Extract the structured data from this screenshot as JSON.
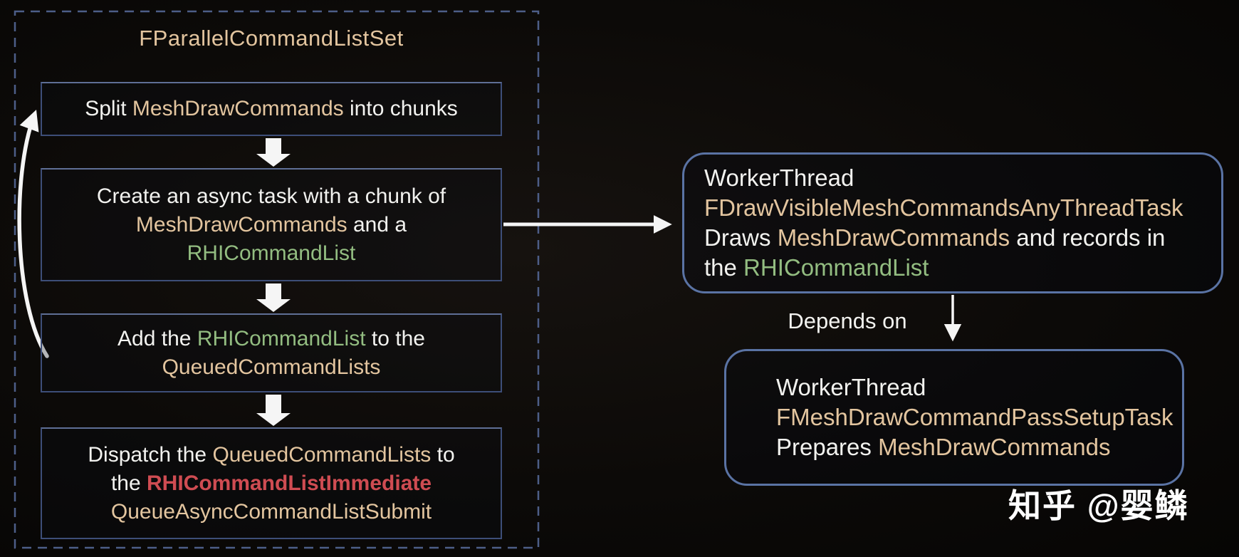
{
  "colors": {
    "tan": "#e3c59f",
    "green": "#93bd81",
    "red": "#cf4c52",
    "white": "#f2f2ef",
    "arrow": "#f5f5f5",
    "box_border": "#3d4e78",
    "box_border_top": "#5f6f96",
    "round_border": "#5a73a4",
    "dash_border": "#4d5e88"
  },
  "icons": {
    "down_block_arrow": "⬇",
    "right_arrow": "→",
    "down_arrow": "↓",
    "loop_back_arrow": "↺"
  },
  "group": {
    "title": "FParallelCommandListSet",
    "steps": [
      {
        "name": "split",
        "lines": [
          [
            {
              "t": "Split ",
              "c": "white"
            },
            {
              "t": "MeshDrawCommands",
              "c": "tan"
            },
            {
              "t": " into chunks",
              "c": "white"
            }
          ]
        ]
      },
      {
        "name": "create",
        "lines": [
          [
            {
              "t": "Create an async task with a chunk of",
              "c": "white"
            }
          ],
          [
            {
              "t": "MeshDrawCommands",
              "c": "tan"
            },
            {
              "t": " and a",
              "c": "white"
            }
          ],
          [
            {
              "t": "RHICommandList",
              "c": "green"
            }
          ]
        ]
      },
      {
        "name": "add",
        "lines": [
          [
            {
              "t": "Add the ",
              "c": "white"
            },
            {
              "t": "RHICommandList",
              "c": "green"
            },
            {
              "t": " to the",
              "c": "white"
            }
          ],
          [
            {
              "t": "QueuedCommandLists",
              "c": "tan"
            }
          ]
        ]
      },
      {
        "name": "dispatch",
        "lines": [
          [
            {
              "t": "Dispatch the ",
              "c": "white"
            },
            {
              "t": "QueuedCommandLists",
              "c": "tan"
            },
            {
              "t": " to",
              "c": "white"
            }
          ],
          [
            {
              "t": "the ",
              "c": "white"
            },
            {
              "t": "RHICommandListImmediate",
              "c": "red",
              "b": true
            }
          ],
          [
            {
              "t": "QueueAsyncCommandListSubmit",
              "c": "tan"
            }
          ]
        ]
      }
    ]
  },
  "right": {
    "depends_on": "Depends on",
    "box1": {
      "lines": [
        [
          {
            "t": "WorkerThread",
            "c": "white"
          }
        ],
        [
          {
            "t": "FDrawVisibleMeshCommandsAnyThreadTask",
            "c": "tan"
          }
        ],
        [
          {
            "t": "Draws ",
            "c": "white"
          },
          {
            "t": "MeshDrawCommands",
            "c": "tan"
          },
          {
            "t": " and records in",
            "c": "white"
          }
        ],
        [
          {
            "t": "the ",
            "c": "white"
          },
          {
            "t": "RHICommandList",
            "c": "green"
          }
        ]
      ]
    },
    "box2": {
      "lines": [
        [
          {
            "t": "WorkerThread",
            "c": "white"
          }
        ],
        [
          {
            "t": "FMeshDrawCommandPassSetupTask",
            "c": "tan"
          }
        ],
        [
          {
            "t": "Prepares ",
            "c": "white"
          },
          {
            "t": "MeshDrawCommands",
            "c": "tan"
          }
        ]
      ]
    }
  },
  "watermark": "知乎 @婴鳞"
}
